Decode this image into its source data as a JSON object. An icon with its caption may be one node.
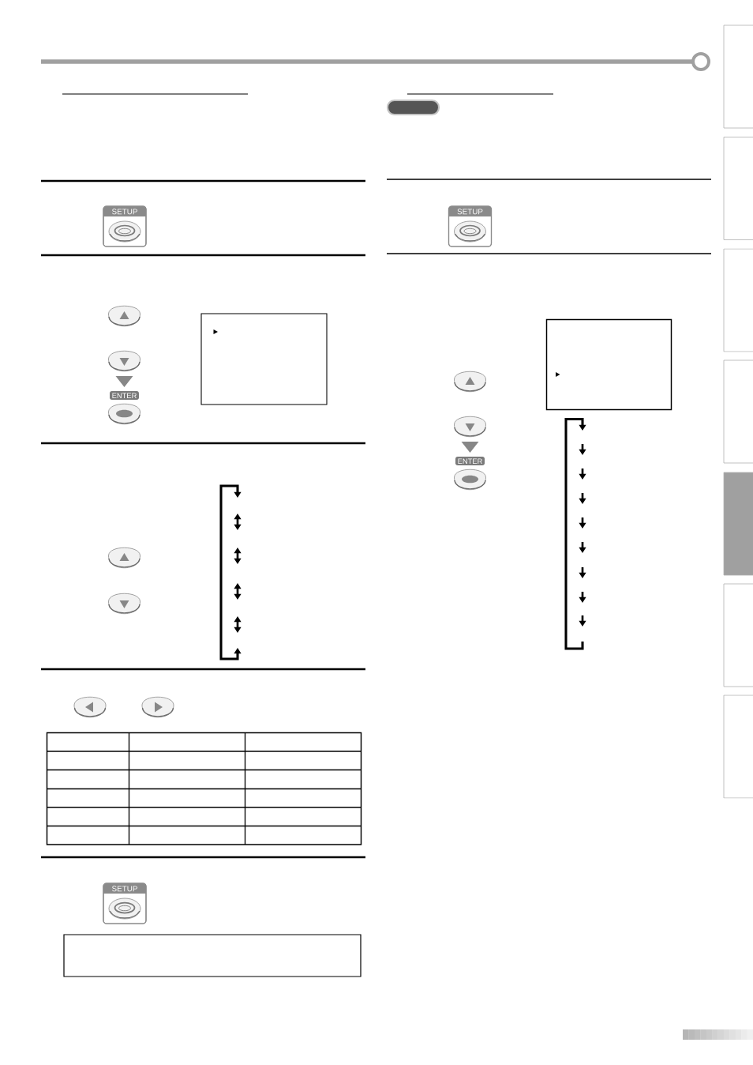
{
  "diagram": {
    "nodes": [
      {
        "text": [],
        "shape": "box"
      },
      {
        "text": [],
        "shape": "box"
      },
      {
        "text": [],
        "shape": "box"
      }
    ],
    "labels": [
      "SETUP",
      "ENTER",
      "SETUP",
      "SETUP",
      "ENTER"
    ]
  }
}
